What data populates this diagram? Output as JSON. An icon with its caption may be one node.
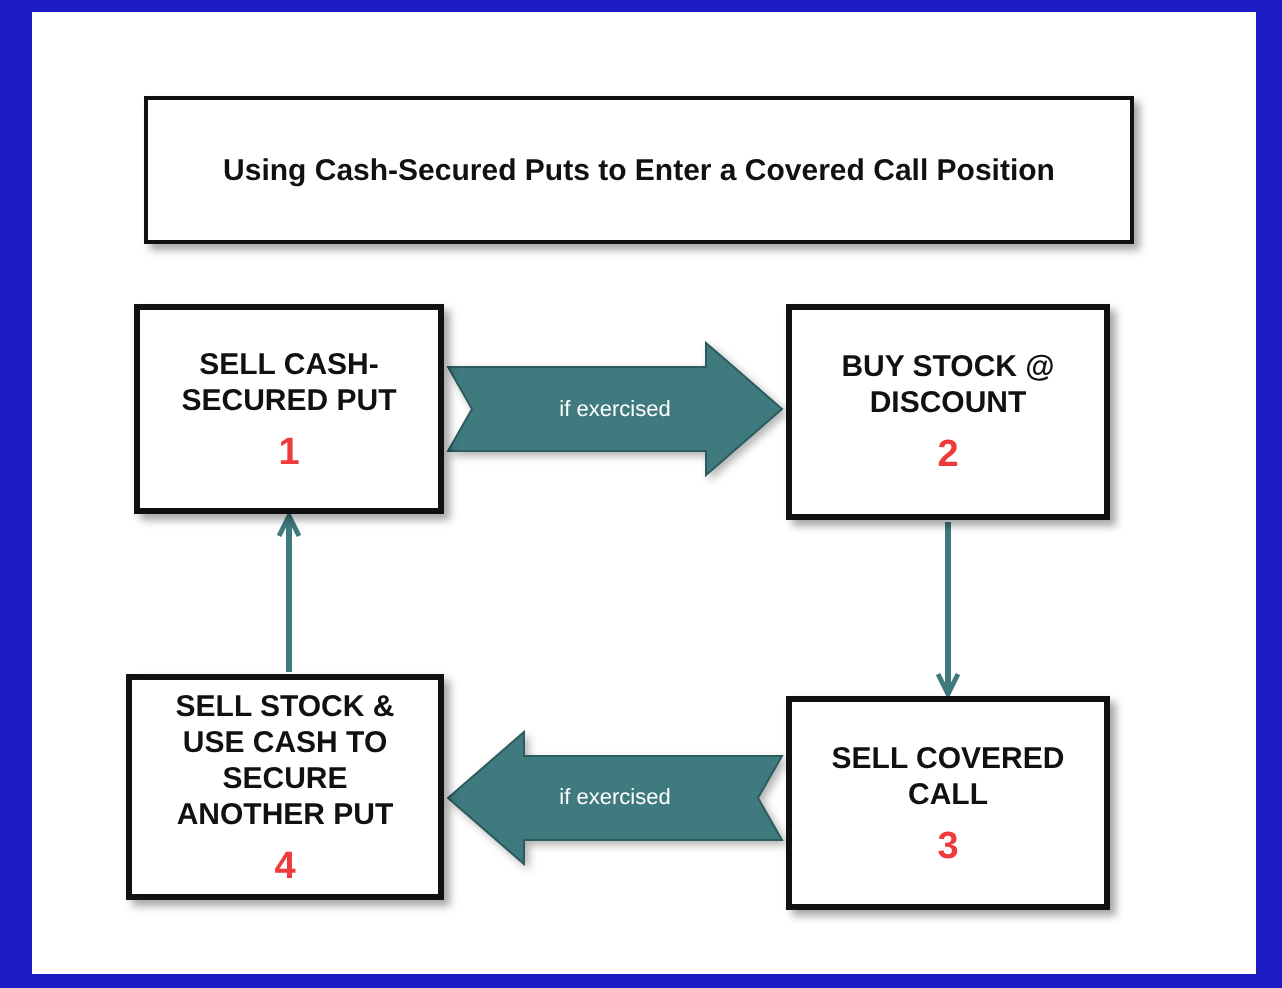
{
  "diagram": {
    "title": "Using Cash-Secured Puts to Enter a Covered Call Position",
    "nodes": [
      {
        "text": [
          "SELL CASH-SECURED PUT",
          "1"
        ]
      },
      {
        "text": [
          "BUY STOCK @ DISCOUNT",
          "2"
        ]
      },
      {
        "text": [
          "SELL COVERED CALL",
          "3"
        ]
      },
      {
        "text": [
          "SELL STOCK & USE CASH TO SECURE ANOTHER PUT",
          "4"
        ]
      }
    ],
    "edges": [
      {
        "from": 0,
        "to": 1,
        "arrow": "to",
        "label": "if exercised",
        "style": "thick"
      },
      {
        "from": 1,
        "to": 2,
        "arrow": "to"
      },
      {
        "from": 2,
        "to": 3,
        "arrow": "to",
        "label": "if exercised",
        "style": "thick"
      },
      {
        "from": 3,
        "to": 0,
        "arrow": "to"
      }
    ]
  }
}
